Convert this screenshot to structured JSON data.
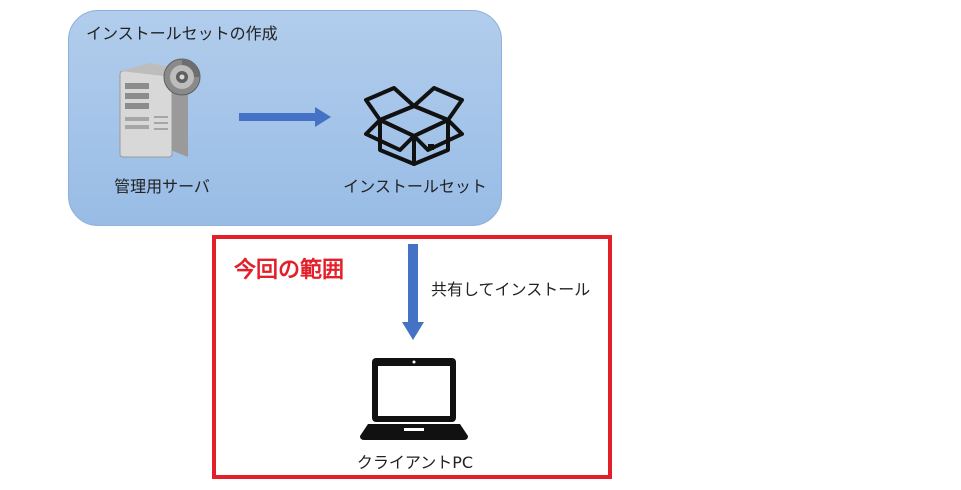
{
  "install_group": {
    "title": "インストールセットの作成",
    "server_label": "管理用サーバ",
    "package_label": "インストールセット"
  },
  "scope": {
    "title": "今回の範囲",
    "share_label": "共有してインストール",
    "client_label": "クライアントPC"
  },
  "colors": {
    "group_fill_top": "#b2cdec",
    "group_fill_bottom": "#98bce6",
    "arrow": "#4472c4",
    "scope_border": "#e3202a",
    "icon_black": "#111111",
    "server_gray": "#c8c8c8"
  },
  "icons": {
    "server": "server-with-disc-icon",
    "package": "open-box-icon",
    "client": "laptop-icon"
  }
}
